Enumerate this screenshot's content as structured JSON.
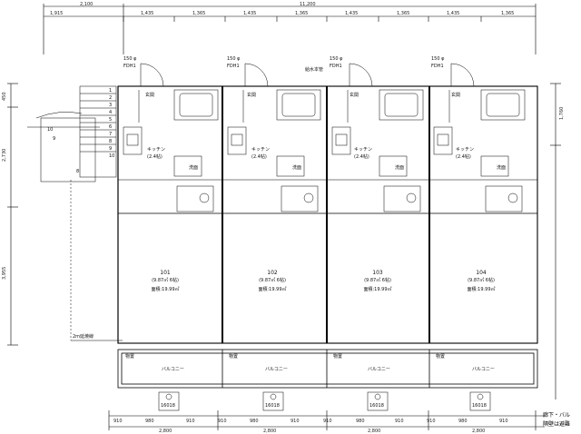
{
  "dimensions": {
    "overall_width": "11,200",
    "left_margin": "2,100",
    "top_segments": [
      "1,915",
      "1,435",
      "1,365",
      "1,435",
      "1,365",
      "1,435",
      "1,365",
      "1,435",
      "1,365"
    ],
    "left_vertical": [
      "450",
      "2,730",
      "3,955"
    ],
    "right_vertical": [
      "1,760"
    ],
    "bottom_segments": [
      "910",
      "980",
      "910",
      "910",
      "980",
      "910",
      "910",
      "980",
      "910",
      "910",
      "980",
      "910"
    ],
    "bottom_totals": [
      "2,800",
      "2,800",
      "2,800",
      "2,800"
    ]
  },
  "units": [
    {
      "number": "101",
      "area_mat": "(9.87㎡ 6帖)",
      "area": "面積:19.99㎡",
      "kitchen_mat": "(2.4帖)"
    },
    {
      "number": "102",
      "area_mat": "(9.87㎡ 6帖)",
      "area": "面積:19.99㎡",
      "kitchen_mat": "(2.4帖)"
    },
    {
      "number": "103",
      "area_mat": "(9.87㎡ 6帖)",
      "area": "面積:19.99㎡",
      "kitchen_mat": "(2.4帖)"
    },
    {
      "number": "104",
      "area_mat": "(9.87㎡ 6帖)",
      "area": "面積:19.99㎡",
      "kitchen_mat": "(2.4帖)"
    }
  ],
  "room_labels": {
    "entrance": "玄関",
    "kitchen": "キッチン",
    "washroom": "洗面",
    "balcony": "バルコニー",
    "storage": "物置"
  },
  "misc_labels": {
    "door_left": "150 φ",
    "door_right": "FDH1",
    "drain_note": "給水本管",
    "corridor_note": "2m延焼線",
    "stair_numbers": [
      "1",
      "2",
      "3",
      "4",
      "5",
      "6",
      "7",
      "8",
      "9",
      "10"
    ],
    "stair_label_a": "10",
    "stair_label_b": "9",
    "stair_label_c": "8",
    "pole_label": "16018",
    "corner_note_1": "廊下・バル",
    "corner_note_2": "隔壁は避難"
  }
}
